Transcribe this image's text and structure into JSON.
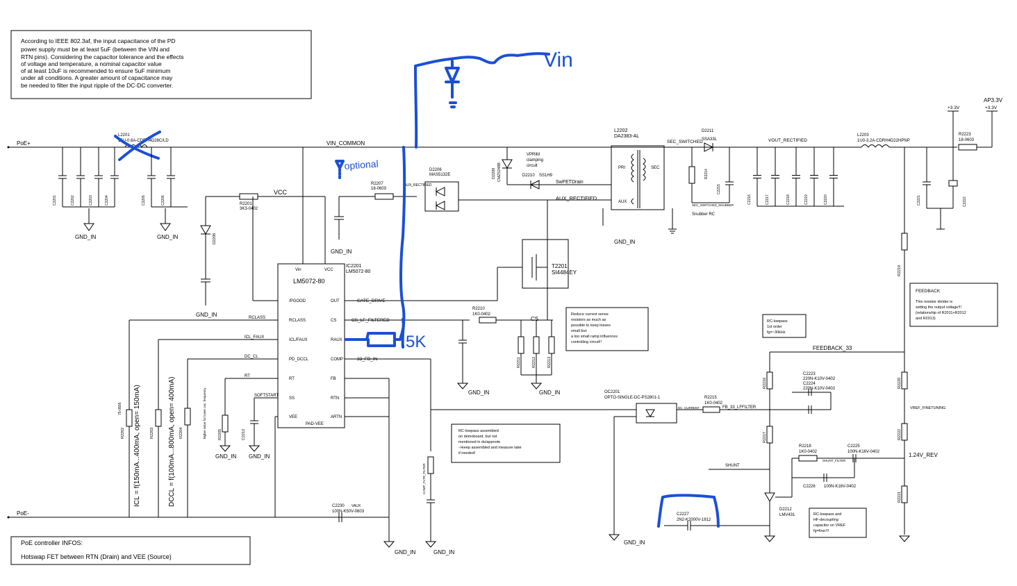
{
  "notes": {
    "ieee": [
      "According to IEEE 802.3af, the input capacitance of the PD",
      "power supply must be at least 5uF (between the VIN and",
      "RTN pins). Considering the capacitor tolerance and the effects",
      "of voltage and temperature, a nominal capacitor value",
      "of at least 10uF is recommended to ensure 5uF minimum",
      "under all conditions. A greater amount of capacitance may",
      "be needed to filter the input ripple of the DC-DC converter."
    ],
    "poe_infos": [
      "PoE controller INFOS:",
      "Hotswap FET between RTN (Drain) and VEE (Source)"
    ],
    "feedback": [
      "FEEDBACK",
      "This resistor divider is",
      "setting the output voltage!!!",
      "(relationship of R2011+R2012",
      "and R2013)"
    ],
    "rc_lowpass_demo": [
      "RC-lowpass assembled",
      "on demoboard, but not",
      "mentioned in ds/appnote",
      "->keep assembled and measure later",
      "if needed!"
    ],
    "current_sense": [
      "Reduce current sense",
      "resistors as much as",
      "possible to keep losses",
      "small but:",
      "a too small ramp influences",
      "controlling circuit!!"
    ],
    "rc_lowpass_1st": [
      "RC-lowpass",
      "1st order",
      "fg=~30kHz"
    ],
    "rc_hf": [
      "RC-lowpass and",
      "HF-decoupling",
      "capacitor on VREF",
      "fg=fosc!!!"
    ],
    "snubber_rc": "Snubber RC"
  },
  "nets": {
    "poe_plus": "PoE+",
    "poe_minus": "PoE-",
    "vin_common": "VIN_COMMON",
    "vcc": "VCC",
    "aux_rectified_small": "AUX_RECTIFIED",
    "aux_rectified": "AUX_RECTIFIED",
    "swfet_drain": "SwFETDrain",
    "sec_switched": "SEC_SWITCHED",
    "vout_rectified": "VOUT_RECTIFIED",
    "ap33": "AP3.3V",
    "plus33a": "+3.3V",
    "plus33b": "+3.3V",
    "rclass": "RCLASS",
    "icl_faux": "ICL_FAUX",
    "dc_cl": "DC_CL",
    "rt": "RT",
    "softstart": "SOFTSTART",
    "gate_drive": "GATE_DRIVE",
    "cs_lf_filtered": "CS_LF_FILTERED",
    "cs": "CS",
    "comp": "33_FB_IN",
    "feedback33": "FEEDBACK_33",
    "vref_finetuning": "VREF_FINETUNING",
    "v124_rev": "1.24V_REV",
    "shunt": "SHUNT",
    "shunt_filter": "SHUNT_FILTER",
    "fb_filter": "FB_33_LFFILTER",
    "dc_current": "DC_CURRENT",
    "gnd_in": "GND_IN",
    "vaux": "VAUX",
    "comp_filter": "COMP_FLTR_FILTER"
  },
  "ic": {
    "ref": "IC2201",
    "part": "LM5072-80",
    "title": "LM5072-80",
    "pins_left": [
      "/PGOOD",
      "RCLASS",
      "ICL/FAUX",
      "PD_DCCL",
      "RT",
      "SS",
      "VEE"
    ],
    "pins_right": [
      "OUT",
      "CS",
      "RAUX",
      "COMP",
      "FB",
      "RTN",
      "ARTN"
    ],
    "pins_top": [
      "Vin",
      "VCC"
    ],
    "bottom": "PAD-VEE"
  },
  "parts": {
    "l2201": [
      "L2201",
      "15U-0.6A-CDRH4D28C/LD"
    ],
    "r2201": [
      "R2201",
      "3K3-0402"
    ],
    "r2207": [
      "R2207",
      "18-0603"
    ],
    "d2206": [
      "D2206",
      "MAS5132E"
    ],
    "d2209": [
      "D2209",
      "CMZ5248B"
    ],
    "d2210": [
      "D2210",
      "SS1H9"
    ],
    "vprim": [
      "VPRIM",
      "clamping",
      "circuit"
    ],
    "l2202": [
      "L2202",
      "DA2383-AL"
    ],
    "d2211": [
      "D2211",
      "SSA33L"
    ],
    "l2203": [
      "L2203",
      "1U0-3.2A-CDRH4D22HPNP"
    ],
    "r2223": [
      "R2223",
      "18-0603"
    ],
    "t2201": [
      "T2201",
      "SI4484EY"
    ],
    "r2210": [
      "R2210",
      "1K0-0402"
    ],
    "oc2201": [
      "OC2201",
      "OPTO-SINGLE-DC-PS2801-1"
    ],
    "r2215": [
      "R2215",
      "1K0-0402"
    ],
    "c2223": [
      "C2223",
      "220N-K10V-0402",
      "C2224",
      "220N-K10V-0402"
    ],
    "r2218": [
      "R2218",
      "1K0-0402"
    ],
    "c2225": [
      "C2225",
      "100N-K16V-0402"
    ],
    "c2226": [
      "C2226",
      "100N-K16V-0402"
    ],
    "c2227": [
      "C2227",
      "2N2-K2000V-1812"
    ],
    "d2212": [
      "D2212",
      "LMV431"
    ],
    "c2230": [
      "C2230",
      "100N-K50V-0603"
    ],
    "r2219": "R2219",
    "r2220": "R2220",
    "r2222": "R2222",
    "r2221": "R2221",
    "r2216": "R2216",
    "r2217": "R2217",
    "pri": "PRI",
    "sec": "SEC",
    "aux": "AUX",
    "sec_snubber": "SEC_SWITCHED_SNUBBER",
    "r2214": "R2214",
    "c2215": "C2215"
  },
  "vcaps_left": [
    "C2201",
    "C2202",
    "C2203",
    "C2204",
    "C2205",
    "C2206"
  ],
  "vcaps_out": [
    "C2216",
    "C2217",
    "C2218",
    "C2219",
    "C2220"
  ],
  "vcaps_out2": [
    "C2221",
    "C2222"
  ],
  "annotations": {
    "icl": "ICL = f(150mA...400mA, open= 150mA)",
    "dccl": "DCCL = f(100mA...800mA, open= 400mA)",
    "higher_value": "higher value for lower osc. frequency"
  },
  "handwriting": {
    "vin": "Vin",
    "optional": "optional",
    "fivek": "5K"
  }
}
